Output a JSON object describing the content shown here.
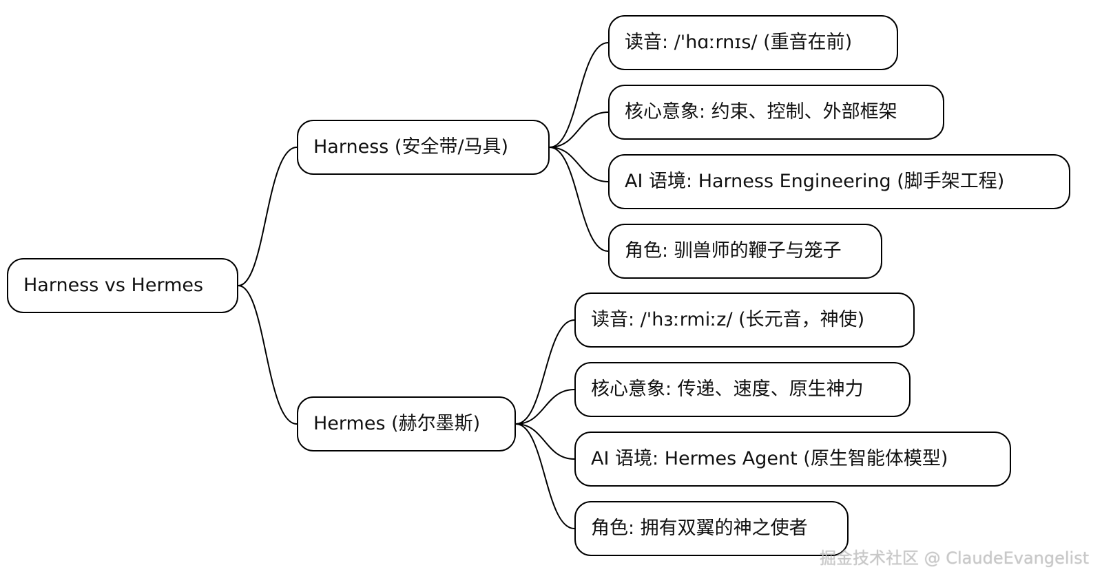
{
  "root": {
    "label": "Harness vs Hermes"
  },
  "branches": [
    {
      "label": "Harness (安全带/马具)",
      "children": [
        {
          "label": "读音: /'hɑːrnɪs/ (重音在前)"
        },
        {
          "label": "核心意象: 约束、控制、外部框架"
        },
        {
          "label": "AI 语境: Harness Engineering (脚手架工程)"
        },
        {
          "label": "角色: 驯兽师的鞭子与笼子"
        }
      ]
    },
    {
      "label": "Hermes (赫尔墨斯)",
      "children": [
        {
          "label": "读音: /'hɜːrmiːz/ (长元音，神使)"
        },
        {
          "label": "核心意象: 传递、速度、原生神力"
        },
        {
          "label": "AI 语境: Hermes Agent (原生智能体模型)"
        },
        {
          "label": "角色: 拥有双翼的神之使者"
        }
      ]
    }
  ],
  "watermark": "掘金技术社区 @ ClaudeEvangelist",
  "colors": {
    "line": "#000000",
    "node_border": "#000000",
    "node_fill": "#ffffff"
  }
}
